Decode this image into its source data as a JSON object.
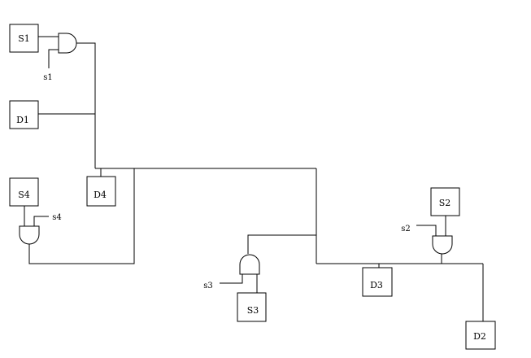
{
  "blocks": {
    "S1": "S1",
    "D1": "D1",
    "S4": "S4",
    "D4": "D4",
    "S2": "S2",
    "S3": "S3",
    "D3": "D3",
    "D2": "D2"
  },
  "signals": {
    "s1": "s1",
    "s2": "s2",
    "s3": "s3",
    "s4": "s4"
  }
}
